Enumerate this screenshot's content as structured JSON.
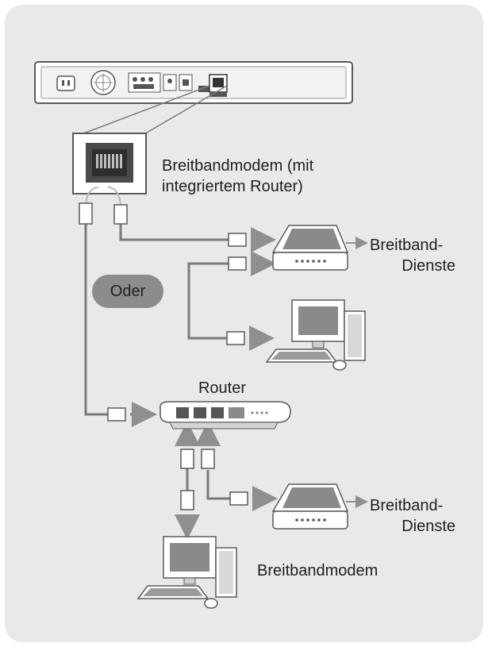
{
  "labels": {
    "modem_router_line1": "Breitbandmodem (mit",
    "modem_router_line2": "integriertem Router)",
    "service_top_line1": "Breitband-",
    "service_top_line2": "Dienste",
    "oder": "Oder",
    "router": "Router",
    "service_bottom_line1": "Breitband-",
    "service_bottom_line2": "Dienste",
    "modem_bottom": "Breitbandmodem"
  },
  "colors": {
    "panel_background": "#e9e9e9",
    "cable": "#7a7a7a",
    "arrow": "#8f8f8f",
    "badge": "#8c8c8c",
    "device_fill": "#ffffff",
    "device_stroke": "#5a5a5a",
    "text": "#1f1f1f"
  }
}
